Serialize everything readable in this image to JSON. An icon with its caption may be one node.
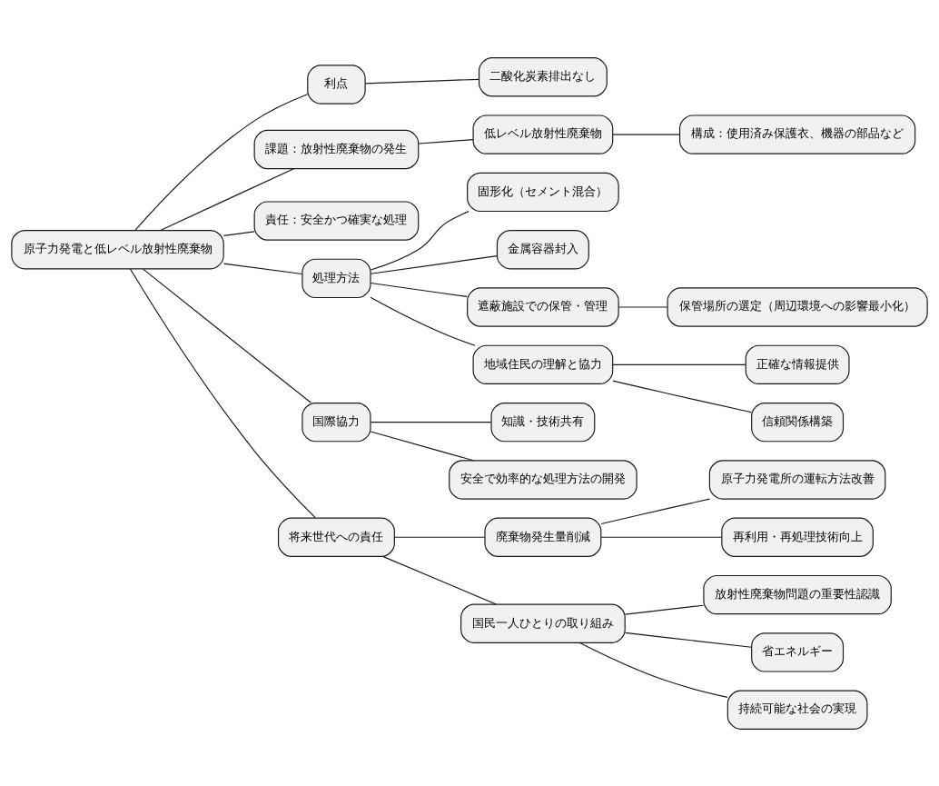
{
  "diagram": {
    "nodes": [
      {
        "text": [
          "原子力発電と低レベル放射性廃棄物"
        ]
      },
      {
        "text": [
          "利点"
        ]
      },
      {
        "text": [
          "二酸化炭素排出なし"
        ]
      },
      {
        "text": [
          "課題：放射性廃棄物の発生"
        ]
      },
      {
        "text": [
          "低レベル放射性廃棄物"
        ]
      },
      {
        "text": [
          "構成：使用済み保護衣、機器の部品など"
        ]
      },
      {
        "text": [
          "責任：安全かつ確実な処理"
        ]
      },
      {
        "text": [
          "処理方法"
        ]
      },
      {
        "text": [
          "固形化（セメント混合）"
        ]
      },
      {
        "text": [
          "金属容器封入"
        ]
      },
      {
        "text": [
          "遮蔽施設での保管・管理"
        ]
      },
      {
        "text": [
          "保管場所の選定（周辺環境への影響最小化）"
        ]
      },
      {
        "text": [
          "地域住民の理解と協力"
        ]
      },
      {
        "text": [
          "正確な情報提供"
        ]
      },
      {
        "text": [
          "信頼関係構築"
        ]
      },
      {
        "text": [
          "国際協力"
        ]
      },
      {
        "text": [
          "知識・技術共有"
        ]
      },
      {
        "text": [
          "安全で効率的な処理方法の開発"
        ]
      },
      {
        "text": [
          "将来世代への責任"
        ]
      },
      {
        "text": [
          "廃棄物発生量削減"
        ]
      },
      {
        "text": [
          "原子力発電所の運転方法改善"
        ]
      },
      {
        "text": [
          "再利用・再処理技術向上"
        ]
      },
      {
        "text": [
          "国民一人ひとりの取り組み"
        ]
      },
      {
        "text": [
          "放射性廃棄物問題の重要性認識"
        ]
      },
      {
        "text": [
          "省エネルギー"
        ]
      },
      {
        "text": [
          "持続可能な社会の実現"
        ]
      }
    ],
    "edges": [
      {
        "from": 0,
        "to": 1,
        "arrow": "none"
      },
      {
        "from": 1,
        "to": 2,
        "arrow": "none"
      },
      {
        "from": 0,
        "to": 3,
        "arrow": "none"
      },
      {
        "from": 3,
        "to": 4,
        "arrow": "none"
      },
      {
        "from": 4,
        "to": 5,
        "arrow": "none"
      },
      {
        "from": 0,
        "to": 6,
        "arrow": "none"
      },
      {
        "from": 0,
        "to": 7,
        "arrow": "none"
      },
      {
        "from": 7,
        "to": 8,
        "arrow": "none"
      },
      {
        "from": 7,
        "to": 9,
        "arrow": "none"
      },
      {
        "from": 7,
        "to": 10,
        "arrow": "none"
      },
      {
        "from": 10,
        "to": 11,
        "arrow": "none"
      },
      {
        "from": 7,
        "to": 12,
        "arrow": "none"
      },
      {
        "from": 12,
        "to": 13,
        "arrow": "none"
      },
      {
        "from": 12,
        "to": 14,
        "arrow": "none"
      },
      {
        "from": 0,
        "to": 15,
        "arrow": "none"
      },
      {
        "from": 15,
        "to": 16,
        "arrow": "none"
      },
      {
        "from": 15,
        "to": 17,
        "arrow": "none"
      },
      {
        "from": 0,
        "to": 18,
        "arrow": "none"
      },
      {
        "from": 18,
        "to": 19,
        "arrow": "none"
      },
      {
        "from": 19,
        "to": 20,
        "arrow": "none"
      },
      {
        "from": 19,
        "to": 21,
        "arrow": "none"
      },
      {
        "from": 18,
        "to": 22,
        "arrow": "none"
      },
      {
        "from": 22,
        "to": 23,
        "arrow": "none"
      },
      {
        "from": 22,
        "to": 24,
        "arrow": "none"
      },
      {
        "from": 22,
        "to": 25,
        "arrow": "none"
      }
    ]
  }
}
